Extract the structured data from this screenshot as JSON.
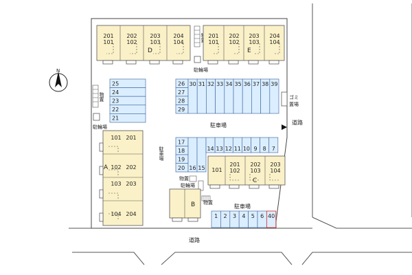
{
  "compass": {
    "letter": "N"
  },
  "roads": {
    "east": "道路",
    "south": "道路"
  },
  "building_D": {
    "letter": "D",
    "units": [
      [
        "201",
        "101"
      ],
      [
        "202",
        "102"
      ],
      [
        "203",
        "103"
      ],
      [
        "204",
        "104"
      ]
    ]
  },
  "building_E": {
    "letter": "E",
    "units": [
      [
        "201",
        "101"
      ],
      [
        "202",
        "102"
      ],
      [
        "203",
        "103"
      ],
      [
        "204",
        "104"
      ]
    ]
  },
  "building_A": {
    "letter": "A",
    "rows": [
      [
        "101",
        "201"
      ],
      [
        "102",
        "202"
      ],
      [
        "103",
        "203"
      ],
      [
        "104",
        "204"
      ]
    ]
  },
  "building_B": {
    "letter": "B"
  },
  "building_C": {
    "letter": "C",
    "units": [
      [
        "101",
        ""
      ],
      [
        "201",
        "102"
      ],
      [
        "202",
        "103"
      ],
      [
        "203",
        "104"
      ]
    ]
  },
  "labels": {
    "storage": "物置",
    "bicycle_parking": "駐輪場",
    "parking": "駐車場",
    "garbage": "ゴミ置場"
  },
  "parking_spaces": {
    "west_col": [
      "25",
      "24",
      "23",
      "22",
      "21"
    ],
    "mid_col_top": [
      "26",
      "27",
      "28",
      "29"
    ],
    "top_row": [
      "30",
      "31",
      "32",
      "33",
      "34",
      "35",
      "36",
      "37",
      "38",
      "39"
    ],
    "mid_col_bottom": [
      "17",
      "18",
      "19",
      "20"
    ],
    "bottom_pair": [
      "16",
      "15"
    ],
    "middle_row": [
      "14",
      "13",
      "12",
      "11",
      "10",
      "9",
      "8",
      "7"
    ],
    "south_row": [
      "1",
      "2",
      "3",
      "4",
      "5",
      "6",
      "40"
    ]
  }
}
